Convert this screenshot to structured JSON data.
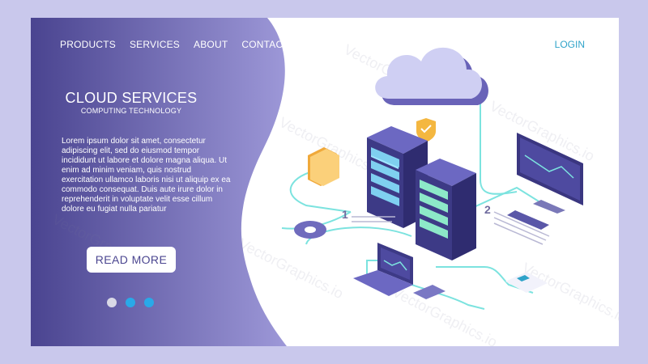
{
  "nav": {
    "items": [
      {
        "label": "PRODUCTS"
      },
      {
        "label": "SERVICES"
      },
      {
        "label": "ABOUT"
      },
      {
        "label": "CONTACTS"
      }
    ],
    "login_label": "LOGIN"
  },
  "hero": {
    "title": "CLOUD SERVICES",
    "subtitle": "COMPUTING TECHNOLOGY",
    "body": "Lorem ipsum dolor sit amet, consectetur adipiscing elit, sed do eiusmod tempor incididunt ut labore et dolore magna aliqua. Ut enim ad minim veniam, quis nostrud exercitation ullamco laboris nisi ut aliquip ex ea commodo consequat. Duis aute irure dolor in reprehenderit in voluptate velit esse cillum dolore eu fugiat nulla pariatur",
    "button_label": "READ  MORE"
  },
  "slider": {
    "dots": [
      {
        "color": "#d9d9e6"
      },
      {
        "color": "#29a9e8"
      },
      {
        "color": "#29a9e8"
      }
    ]
  },
  "illustration": {
    "step_one": "1",
    "step_two": "2"
  },
  "watermark": "VectorGraphics.io",
  "colors": {
    "page_bg": "#c9c8ec",
    "panel_dark": "#4b4690",
    "panel_light": "#8f8bd0",
    "accent": "#2fa3c9",
    "link_line": "#7ce3df"
  }
}
